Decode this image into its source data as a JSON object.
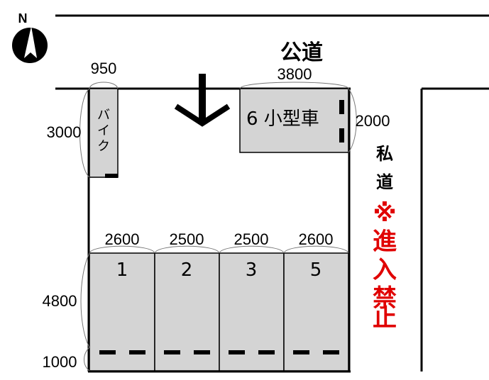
{
  "compass": {
    "label": "N"
  },
  "roads": {
    "public": "公道",
    "private_lines": [
      "私",
      "道"
    ],
    "warning_lines": [
      "※",
      "進",
      "入",
      "禁",
      "止"
    ],
    "warning_color": "#e00000"
  },
  "dimensions": {
    "bike_width": "950",
    "bike_length": "3000",
    "compact_width": "3800",
    "compact_length": "2000",
    "spot_widths": [
      "2600",
      "2500",
      "2500",
      "2600"
    ],
    "spot_length": "4800",
    "rear_gap": "1000"
  },
  "spots": {
    "bike_lines": [
      "バ",
      "イ",
      "ク"
    ],
    "compact": "6 小型車",
    "numbers": [
      "1",
      "2",
      "3",
      "5"
    ]
  },
  "colors": {
    "spot_fill": "#d4d4d4",
    "line": "#000000"
  }
}
